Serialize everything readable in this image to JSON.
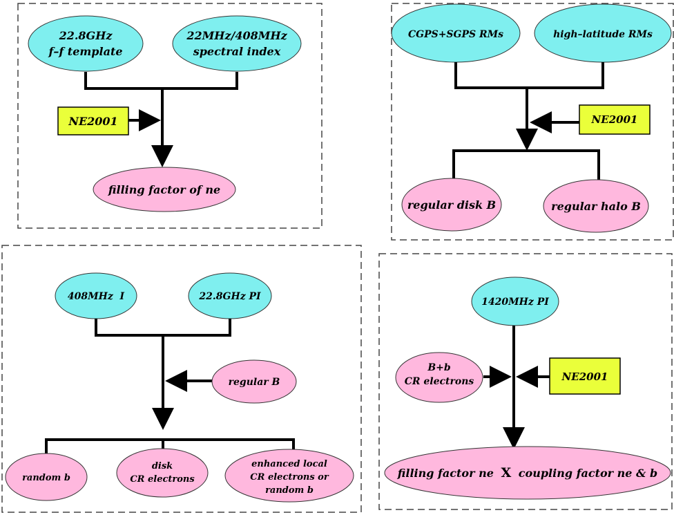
{
  "panels": {
    "top_left": {
      "input_1_line1": "22.8GHz",
      "input_1_line2": "f–f template",
      "input_2_line1": "22MHz/408MHz",
      "input_2_line2": "spectral index",
      "side_input": "NE2001",
      "output": "filling factor of ne"
    },
    "top_right": {
      "input_1": "CGPS+SGPS RMs",
      "input_2": "high–latitude RMs",
      "side_input": "NE2001",
      "output_1": "regular disk B",
      "output_2": "regular halo B"
    },
    "bottom_left": {
      "input_1": "408MHz  I",
      "input_2": "22.8GHz PI",
      "side_input": "regular B",
      "output_1": "random b",
      "output_2_line1": "disk",
      "output_2_line2": "CR electrons",
      "output_3_line1": "enhanced local",
      "output_3_line2": "CR electrons or",
      "output_3_line3": "random b"
    },
    "bottom_right": {
      "input_1": "1420MHz PI",
      "left_input_line1": "B+b",
      "left_input_line2": "CR electrons",
      "right_input": "NE2001",
      "output_part1": "filling factor ne",
      "output_times": "X",
      "output_part2": "coupling factor ne & b"
    }
  },
  "colors": {
    "cyan_node": "#7fefef",
    "pink_node": "#ffb8de",
    "yellow_box": "#eaff3a",
    "line": "#000000",
    "dashed_border": "#444444"
  }
}
